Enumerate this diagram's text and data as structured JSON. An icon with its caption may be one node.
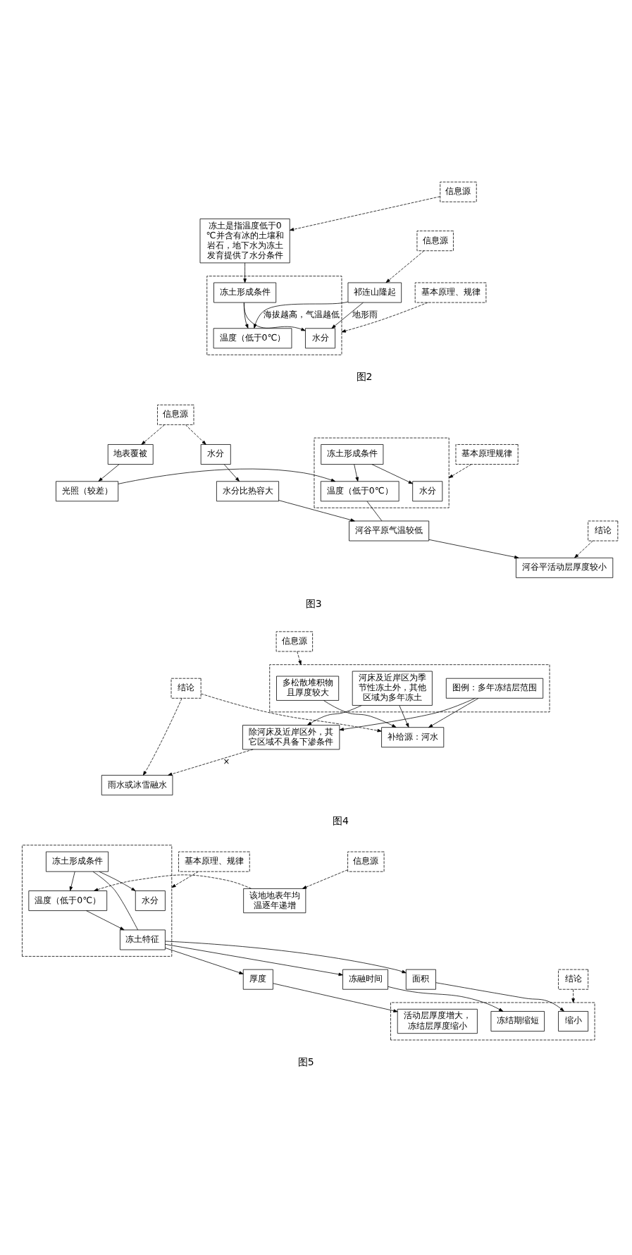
{
  "diagram": {
    "nodes": [
      {
        "text": [
          "信息源"
        ]
      },
      {
        "text": [
          "祁连山隆起"
        ]
      },
      {
        "text": [
          "信息源"
        ]
      },
      {
        "text": [],
        "shape": "box"
      },
      {
        "text": [
          "冻土是指温度低于0℃并含有冰的土壤和岩石，地下水为冻土发育提供了水分条件"
        ]
      },
      {
        "text": [
          "水分"
        ],
        "in": 3
      },
      {
        "text": [
          "温度（低于0℃）"
        ],
        "in": 3
      },
      {
        "text": [
          "冻土形成条件"
        ],
        "in": 3
      },
      {
        "text": [
          "基本原理、规律"
        ]
      },
      {
        "text": [
          "信息源"
        ]
      },
      {
        "text": [
          "地表覆被"
        ]
      },
      {
        "text": [
          "水分"
        ]
      },
      {
        "text": [
          "光照（较差）"
        ]
      },
      {
        "text": [
          "水分比热容大"
        ]
      },
      {
        "text": [
          "基本原理规律"
        ]
      },
      {
        "text": [],
        "shape": "box"
      },
      {
        "text": [
          "水分"
        ],
        "in": 15
      },
      {
        "text": [
          "温度（低于0℃）"
        ],
        "in": 15
      },
      {
        "text": [
          "冻土形成条件"
        ],
        "in": 15
      },
      {
        "text": [
          "河谷平原气温较低"
        ]
      },
      {
        "text": [
          "河谷平活动层厚度较小"
        ]
      },
      {
        "text": [
          "结论"
        ]
      },
      {
        "text": [
          "结论"
        ]
      },
      {
        "text": [
          "信息源"
        ]
      },
      {
        "text": [],
        "shape": "box"
      },
      {
        "text": [
          "多松散堆积物且厚度较大"
        ],
        "in": 24
      },
      {
        "text": [
          "河床及近岸区为季节性冻土外，其他区域为多年冻土"
        ],
        "in": 24
      },
      {
        "text": [
          "图例：多年冻结层范围"
        ],
        "in": 24
      },
      {
        "text": [
          "补给源：河水"
        ]
      },
      {
        "text": [
          "雨水或冰雪融水"
        ]
      },
      {
        "text": [
          "除河床及近岸区外，其它区域不具备下渗条件"
        ]
      },
      {
        "text": [
          "该地地表年均温逐年递增"
        ]
      },
      {
        "text": [
          "信息源"
        ]
      },
      {
        "text": [
          "结论"
        ]
      },
      {
        "text": [],
        "shape": "box"
      },
      {
        "text": [
          "水分"
        ],
        "in": 34
      },
      {
        "text": [
          "温度（低于0℃）"
        ],
        "in": 34
      },
      {
        "text": [
          "冻土形成条件"
        ],
        "in": 34
      },
      {
        "text": [
          "冻土特征"
        ],
        "in": 34
      },
      {
        "text": [
          "面积"
        ]
      },
      {
        "text": [
          "厚度"
        ]
      },
      {
        "text": [
          "冻融时间"
        ]
      },
      {
        "text": [
          "基本原理、规律"
        ]
      },
      {
        "text": [],
        "shape": "box"
      },
      {
        "text": [
          "缩小"
        ],
        "in": 43
      },
      {
        "text": [
          "活动层厚度增大，冻结层厚度缩小"
        ],
        "in": 43
      },
      {
        "text": [
          "冻结期缩短"
        ],
        "in": 43
      }
    ],
    "edges": [
      {
        "from": 0,
        "to": 1,
        "arrow": "to",
        "style": "dashed"
      },
      {
        "from": 1,
        "to": 5,
        "arrow": "to",
        "label": "地形雨"
      },
      {
        "from": 1,
        "to": 6,
        "arrow": "to",
        "label": "海拔越高，气温越低"
      },
      {
        "from": 2,
        "to": 4,
        "arrow": "to",
        "style": "dashed"
      },
      {
        "from": 4,
        "to": 7,
        "arrow": "to"
      },
      {
        "from": 7,
        "to": 5,
        "arrow": "to"
      },
      {
        "from": 7,
        "to": 6,
        "arrow": "to"
      },
      {
        "from": 8,
        "to": 3,
        "arrow": "to",
        "style": "dashed"
      },
      {
        "from": 9,
        "to": 10,
        "arrow": "to",
        "style": "dashed"
      },
      {
        "from": 9,
        "to": 11,
        "arrow": "to",
        "style": "dashed"
      },
      {
        "from": 10,
        "to": 12,
        "arrow": "to"
      },
      {
        "from": 11,
        "to": 13,
        "arrow": "to"
      },
      {
        "from": 12,
        "to": 17,
        "arrow": "to"
      },
      {
        "from": 13,
        "to": 19,
        "arrow": "to"
      },
      {
        "from": 17,
        "to": 19,
        "arrow": "none"
      },
      {
        "from": 14,
        "to": 15,
        "arrow": "to",
        "style": "dashed"
      },
      {
        "from": 18,
        "to": 16,
        "arrow": "to"
      },
      {
        "from": 18,
        "to": 17,
        "arrow": "to"
      },
      {
        "from": 19,
        "to": 20,
        "arrow": "to"
      },
      {
        "from": 21,
        "to": 20,
        "arrow": "to",
        "style": "dashed"
      },
      {
        "from": 22,
        "to": 28,
        "arrow": "to",
        "style": "dashed"
      },
      {
        "from": 22,
        "to": 29,
        "arrow": "to",
        "style": "dashed"
      },
      {
        "from": 23,
        "to": 24,
        "arrow": "to",
        "style": "dashed"
      },
      {
        "from": 25,
        "to": 28,
        "arrow": "to"
      },
      {
        "from": 26,
        "to": 28,
        "arrow": "to"
      },
      {
        "from": 26,
        "to": 30,
        "arrow": "to"
      },
      {
        "from": 27,
        "to": 28,
        "arrow": "to"
      },
      {
        "from": 27,
        "to": 30,
        "arrow": "to"
      },
      {
        "from": 30,
        "to": 29,
        "arrow": "to",
        "style": "dashed",
        "label": "×"
      },
      {
        "from": 32,
        "to": 31,
        "arrow": "to",
        "style": "dashed"
      },
      {
        "from": 31,
        "to": 36,
        "arrow": "to",
        "style": "dashed"
      },
      {
        "from": 33,
        "to": 43,
        "arrow": "to",
        "style": "dashed"
      },
      {
        "from": 37,
        "to": 35,
        "arrow": "to"
      },
      {
        "from": 37,
        "to": 36,
        "arrow": "to"
      },
      {
        "from": 36,
        "to": 38,
        "arrow": "to"
      },
      {
        "from": 37,
        "to": 38,
        "arrow": "none"
      },
      {
        "from": 38,
        "to": 39,
        "arrow": "to"
      },
      {
        "from": 38,
        "to": 40,
        "arrow": "to"
      },
      {
        "from": 38,
        "to": 41,
        "arrow": "to"
      },
      {
        "from": 42,
        "to": 34,
        "arrow": "to",
        "style": "dashed"
      },
      {
        "from": 39,
        "to": 44,
        "arrow": "to"
      },
      {
        "from": 40,
        "to": 45,
        "arrow": "to"
      },
      {
        "from": 41,
        "to": 46,
        "arrow": "to"
      }
    ],
    "labels": [
      "图2",
      "图3",
      "图4",
      "图5"
    ]
  }
}
